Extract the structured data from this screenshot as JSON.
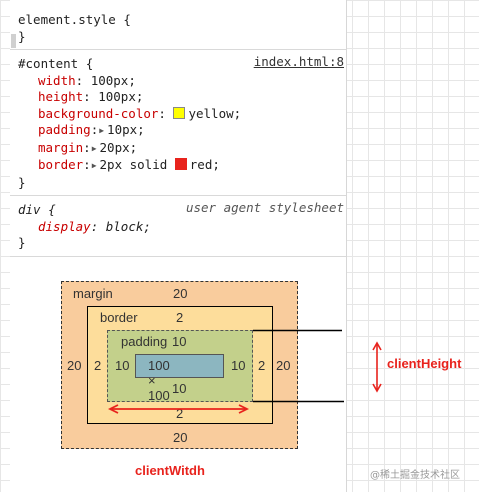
{
  "styles_panel": {
    "element_style": {
      "selector": "element.style {",
      "close": "}"
    },
    "content_rule": {
      "selector": "#content {",
      "source": "index.html:8",
      "declarations": [
        {
          "prop": "width",
          "value": "100px;"
        },
        {
          "prop": "height",
          "value": "100px;"
        },
        {
          "prop": "background-color",
          "value": "yellow;",
          "swatch": "#ffff00"
        },
        {
          "prop": "padding",
          "value": "10px;",
          "expandable": true
        },
        {
          "prop": "margin",
          "value": "20px;",
          "expandable": true
        },
        {
          "prop": "border",
          "value": "2px solid ",
          "value2": "red;",
          "expandable": true,
          "swatch": "#e8231d"
        }
      ],
      "close": "}"
    },
    "ua_rule": {
      "selector": "div {",
      "source": "user agent stylesheet",
      "prop": "display",
      "value": "block;",
      "close": "}"
    }
  },
  "box_model": {
    "margin": {
      "label": "margin",
      "top": "20",
      "bottom": "20",
      "left": "20",
      "right": "20"
    },
    "border": {
      "label": "border",
      "top": "2",
      "bottom": "2",
      "left": "2",
      "right": "2"
    },
    "padding": {
      "label": "padding",
      "top": "10",
      "bottom": "10",
      "left": "10",
      "right": "10"
    },
    "content": "100 × 100"
  },
  "annotations": {
    "client_height": "clientHeight",
    "client_width": "clientWitdh",
    "arrow_color": "#e8231d"
  },
  "watermark": "@稀土掘金技术社区"
}
